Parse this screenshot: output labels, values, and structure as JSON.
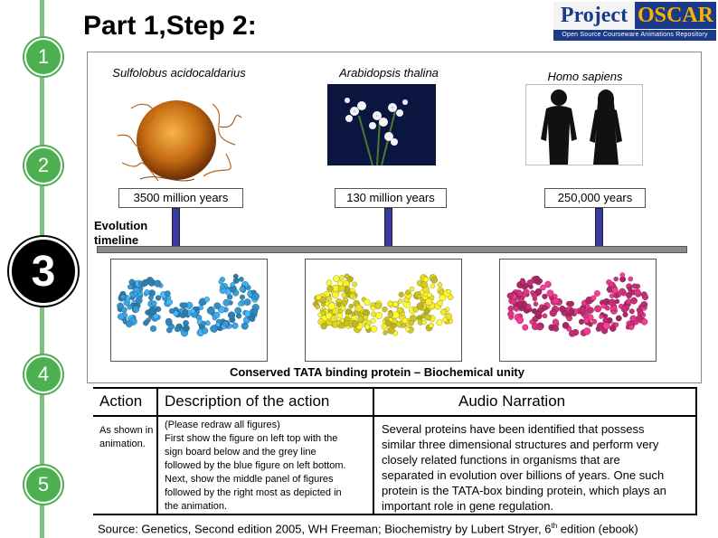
{
  "header": {
    "title": "Part 1,Step 2:",
    "logo_word1": "Project",
    "logo_word2": "OSCAR",
    "logo_tagline": "Open Source Courseware Animations Repository"
  },
  "steps": [
    "1",
    "2",
    "3",
    "4",
    "5"
  ],
  "species": [
    {
      "name": "Sulfolobus acidocaldarius",
      "years": "3500 million years"
    },
    {
      "name": "Arabidopsis thalina",
      "years": "130 million years"
    },
    {
      "name": "Homo sapiens",
      "years": "250,000 years"
    }
  ],
  "timeline_label_line1": "Evolution",
  "timeline_label_line2": "timeline",
  "proteins": [
    {
      "color": "#3a9fdc"
    },
    {
      "color": "#f0e62a"
    },
    {
      "color": "#d4327e"
    }
  ],
  "conserved_caption": "Conserved TATA binding protein – Biochemical unity",
  "table": {
    "col_action": "Action",
    "col_description": "Description of the action",
    "col_audio": "Audio Narration",
    "action_line1": "As shown in",
    "action_line2": "animation.",
    "description_lines": [
      "(Please redraw all figures)",
      "First show the figure on left top with the",
      "sign board below and the grey line",
      "followed by the blue figure on left bottom.",
      "Next, show the middle panel of figures",
      "followed by the right most as depicted in",
      "the animation."
    ],
    "narration_lines": [
      "Several proteins have been identified that possess",
      "similar three dimensional structures and perform very",
      "closely related functions in organisms that are",
      "separated in evolution over billions of years. One such",
      "protein is the TATA-box binding protein, which plays an",
      "important role in gene regulation."
    ]
  },
  "source": {
    "text_before": "Source: Genetics, Second edition 2005, WH Freeman; Biochemistry by Lubert Stryer, 6",
    "superscript": "th",
    "text_after": " edition (ebook)"
  }
}
